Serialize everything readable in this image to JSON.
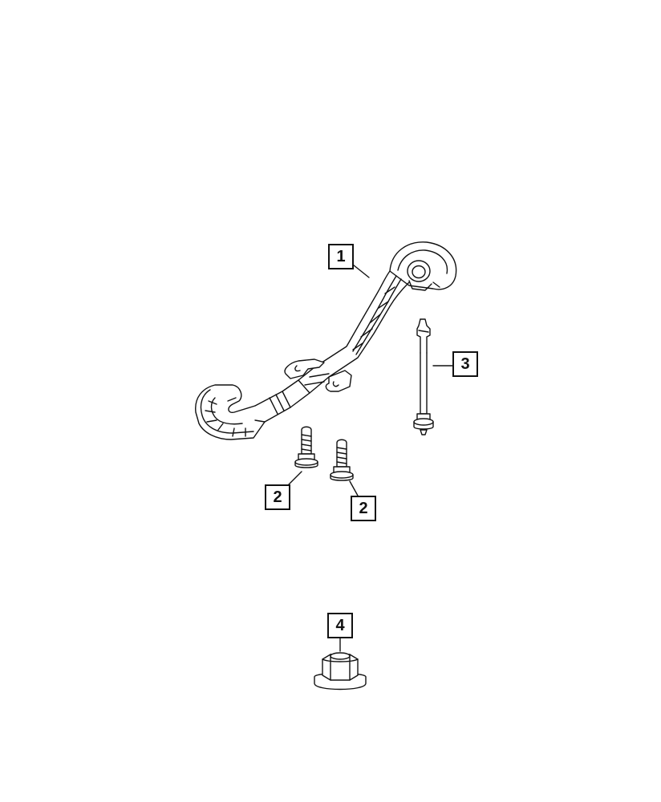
{
  "callouts": {
    "part_1": "1",
    "part_2a": "2",
    "part_2b": "2",
    "part_3": "3",
    "part_4": "4"
  },
  "colors": {
    "line": "#111111",
    "fill": "#ffffff"
  }
}
